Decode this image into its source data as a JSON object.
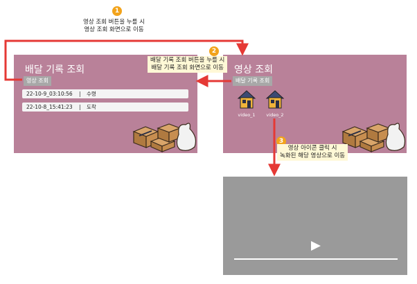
{
  "left_screen": {
    "title": "배달 기록 조회",
    "button": "영상 조회",
    "records": [
      {
        "time": "22-10-9_03:10:56",
        "sep": "|",
        "status": "수령"
      },
      {
        "time": "22-10-8_15:41:23",
        "sep": "|",
        "status": "도착"
      }
    ]
  },
  "right_screen": {
    "title": "영상 조회",
    "button": "배달 기록 조회",
    "videos": [
      {
        "label": "video_1",
        "icon": "house-icon"
      },
      {
        "label": "video_2",
        "icon": "house-icon"
      }
    ]
  },
  "video_player": {
    "icon": "play-icon"
  },
  "annotations": [
    {
      "number": "1",
      "lines": [
        "영상 조회 버튼을 누를 시",
        "영상 조회 화면으로 이동"
      ]
    },
    {
      "number": "2",
      "lines": [
        "배달 기록 조회 버튼을 누를 시",
        "배달 기록 조회 화면으로 이동"
      ]
    },
    {
      "number": "3",
      "lines": [
        "영상 아이콘 클릭 시",
        "녹화된 해당 영상으로 이동"
      ]
    }
  ],
  "colors": {
    "panel": "#b98199",
    "button": "#a8a8a8",
    "arrow": "#e53935",
    "badge": "#f2a31b",
    "callout": "#fff8d6",
    "player": "#9a9a9a"
  }
}
